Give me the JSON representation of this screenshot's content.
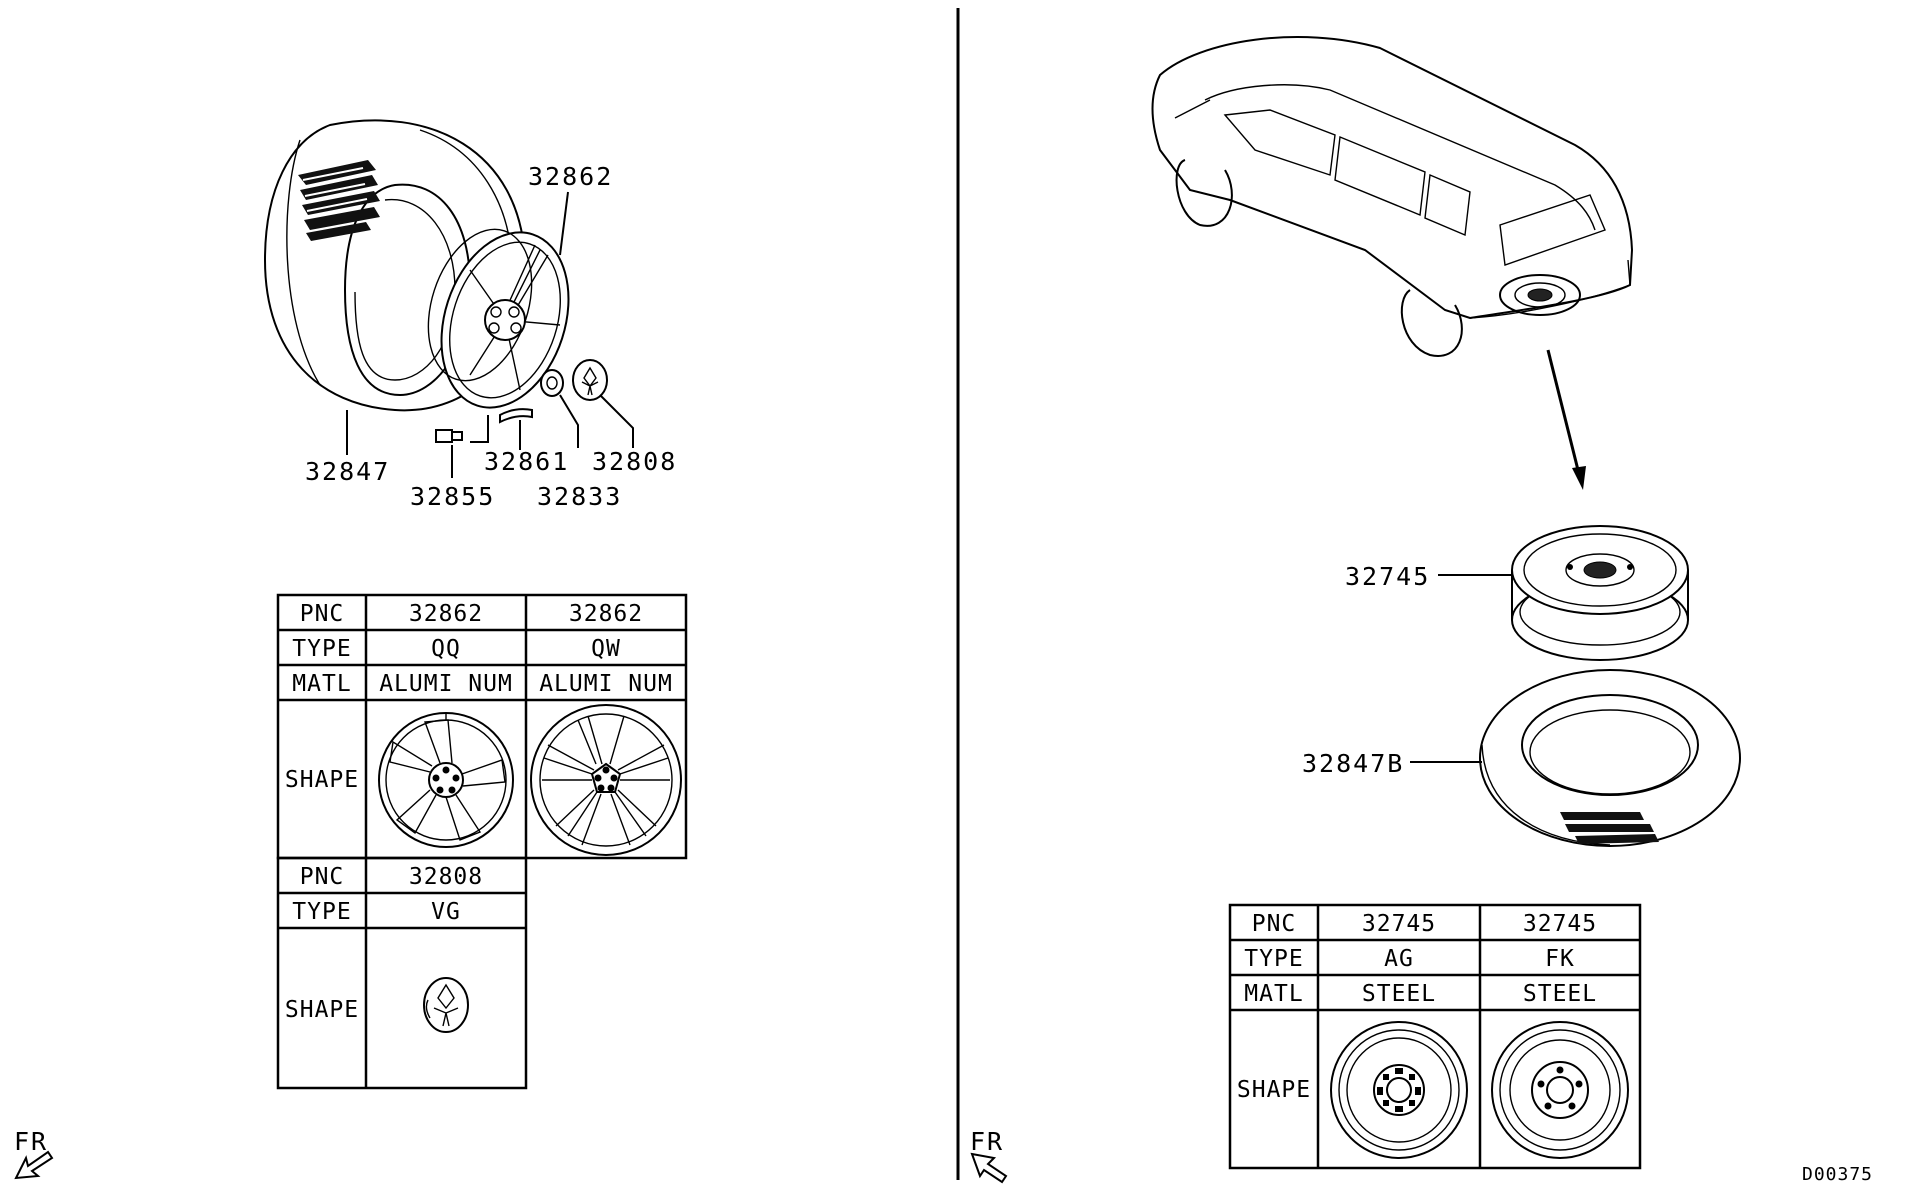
{
  "left_panel": {
    "callouts": {
      "p32862": "32862",
      "p32847": "32847",
      "p32855": "32855",
      "p32861": "32861",
      "p32833": "32833",
      "p32808": "32808"
    },
    "wheel_table": {
      "row_labels": [
        "PNC",
        "TYPE",
        "MATL",
        "SHAPE"
      ],
      "columns": [
        {
          "pnc": "32862",
          "type": "QQ",
          "matl": "ALUMI NUM"
        },
        {
          "pnc": "32862",
          "type": "QW",
          "matl": "ALUMI NUM"
        }
      ]
    },
    "cap_table": {
      "row_labels": [
        "PNC",
        "TYPE",
        "SHAPE"
      ],
      "columns": [
        {
          "pnc": "32808",
          "type": "VG"
        }
      ]
    },
    "fr_marker": "FR"
  },
  "right_panel": {
    "callouts": {
      "p32745": "32745",
      "p32847B": "32847B"
    },
    "spare_table": {
      "row_labels": [
        "PNC",
        "TYPE",
        "MATL",
        "SHAPE"
      ],
      "columns": [
        {
          "pnc": "32745",
          "type": "AG",
          "matl": "STEEL"
        },
        {
          "pnc": "32745",
          "type": "FK",
          "matl": "STEEL"
        }
      ]
    },
    "fr_marker": "FR"
  },
  "diagram_id": "D00375"
}
